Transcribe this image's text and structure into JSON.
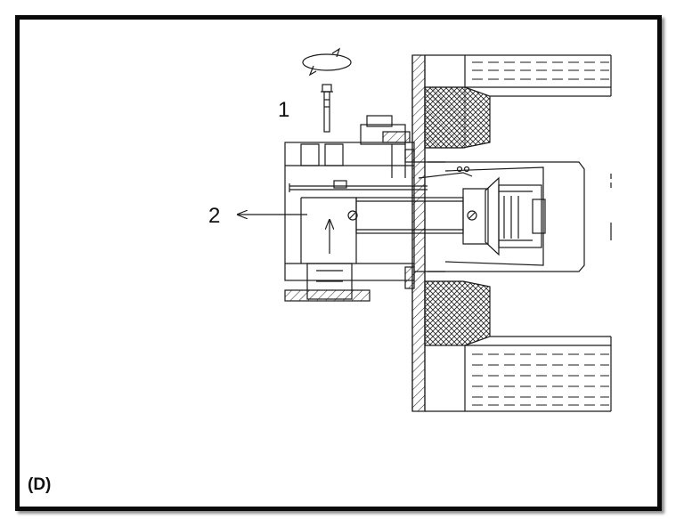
{
  "figure": {
    "panel_label": "(D)",
    "callouts": [
      {
        "id": "1",
        "text": "1",
        "target": "bolt-with-rotation"
      },
      {
        "id": "2",
        "text": "2",
        "target": "burner-withdrawal-direction"
      }
    ],
    "icons": {
      "rotation": "circular-arrow-icon",
      "pull": "arrow-left-icon",
      "upward": "arrow-up-icon"
    },
    "colors": {
      "line": "#1a1a1a",
      "frame": "#0a0a0a",
      "background": "#ffffff"
    }
  }
}
